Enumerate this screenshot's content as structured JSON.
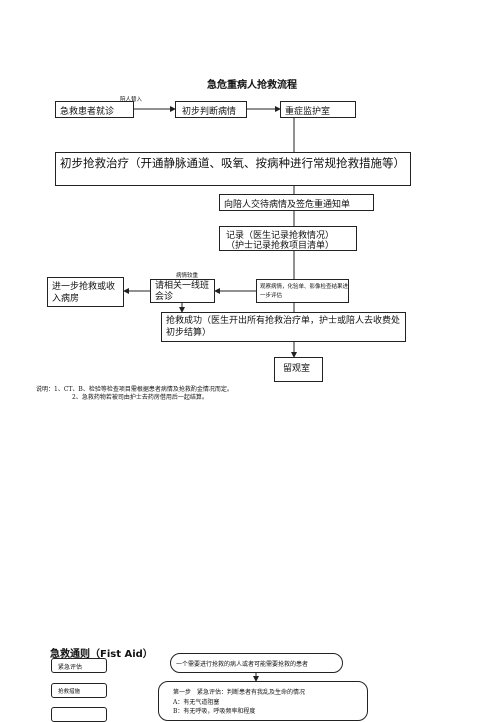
{
  "title": "急危重病人抢救流程",
  "flow": {
    "escort_label": "陪人替入",
    "visit": "急救患者就诊",
    "judge": "初步判断病情",
    "monitor": "重症监护室",
    "treatment": "初步抢救治疗（开通静脉通道、吸氧、按病种进行常规抢救措施等）",
    "inform": "向陪人交待病情及签危重通知单",
    "record_line1": "记录（医生记录抢救情况）",
    "record_line2": "（护士记录抢救项目清单）",
    "transfer": "进一步抢救或收入病房",
    "consult_label": "病情较重",
    "consult": "请相关一线班会诊",
    "observe": "观察病情，化验单、影像检查结果进一步评估",
    "success": "抢救成功（医生开出所有抢救治疗单，护士或陪人去收费处初步结算）",
    "observation_room": "留观室"
  },
  "notes": {
    "line1": "说明：1、CT、B、检验等检查项目需根据患者病情及抢救酌金情况而定。",
    "line2": "2、急救药物若被司由护士去药房借用后一起结算。"
  },
  "first_aid": {
    "heading": "急救通则（Fist Aid）",
    "side_items": [
      "紧急评估",
      "抢救措施",
      ""
    ],
    "patient_box": "一个需要进行抢救的病人或者可能需要抢救的患者",
    "step1_title": "第一步　紧急评估：判断患者有我乱及生命的情况",
    "step1_a": "A：有无气道阻塞",
    "step1_b": "B：有无呼吸，呼吸频率和程度"
  }
}
